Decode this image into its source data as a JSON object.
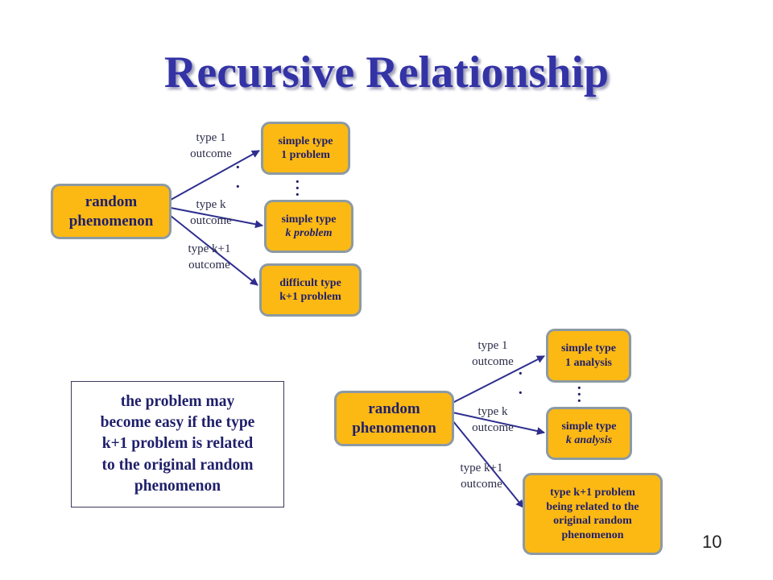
{
  "title": "Recursive Relationship",
  "top_diagram": {
    "source": [
      "random",
      "phenomenon"
    ],
    "box1": [
      "simple type",
      "1 problem"
    ],
    "boxk": [
      "simple type",
      "k problem"
    ],
    "boxk1": [
      "difficult type",
      "k+1 problem"
    ],
    "label1": [
      "type 1",
      "outcome"
    ],
    "labelk": [
      "type k",
      "outcome"
    ],
    "labelk1": [
      "type k+1",
      "outcome"
    ]
  },
  "bottom_diagram": {
    "source": [
      "random",
      "phenomenon"
    ],
    "box1": [
      "simple type",
      "1 analysis"
    ],
    "boxk": [
      "simple type",
      "k analysis"
    ],
    "boxk1": [
      "type k+1 problem",
      "being related to the",
      "original random",
      "phenomenon"
    ],
    "label1": [
      "type 1",
      "outcome"
    ],
    "labelk": [
      "type k",
      "outcome"
    ],
    "labelk1": [
      "type k+1",
      "outcome"
    ]
  },
  "note": [
    "the problem may",
    "become easy if the type",
    "k+1 problem is related",
    "to the original random",
    "phenomenon"
  ],
  "page_number": "10",
  "colors": {
    "title": "#3333a6",
    "box_fill": "#fdb913",
    "box_border": "#8c9aa3",
    "arrow": "#2e2e8f"
  }
}
